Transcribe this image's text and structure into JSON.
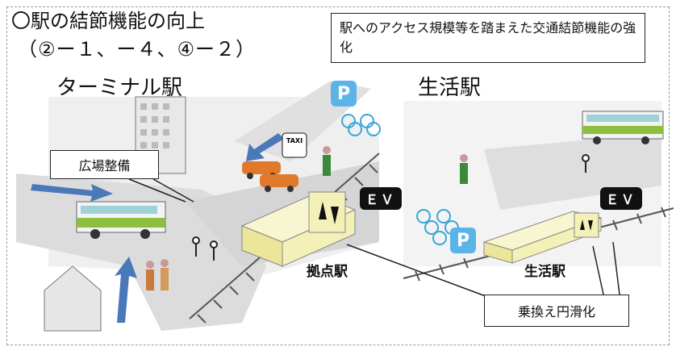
{
  "title": "〇駅の結節機能の向上",
  "subtitle": "（②ー１、ー４、④ー２）",
  "note": "駅へのアクセス規模等を踏まえた交通結節機能の強化",
  "terminal_label": "ターミナル駅",
  "life_label": "生活駅",
  "callout_plaza": "広場整備",
  "callout_transfer": "乗換え円滑化",
  "hub_station": "拠点駅",
  "life_station": "生活駅",
  "ev_label": "ＥＶ",
  "taxi_label": "TAXI",
  "parking_label": "P",
  "colors": {
    "arrow": "#4a78b8",
    "building": "#f3f0b8",
    "bus_green": "#8cbf3f",
    "taxi": "#e07a2a",
    "parking": "#5ab4e8"
  }
}
